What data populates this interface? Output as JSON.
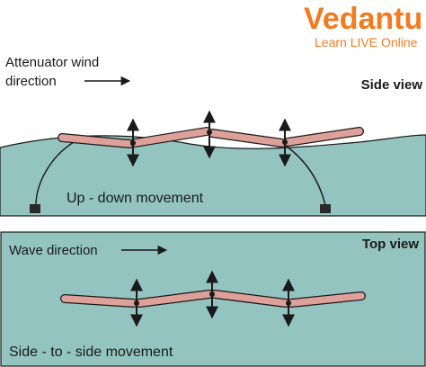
{
  "logo": {
    "brand": "Vedantu",
    "tagline": "Learn LIVE Online"
  },
  "side_panel": {
    "wind_label_line1": "Attenuator wind",
    "wind_label_line2": "direction",
    "view_title": "Side view",
    "movement_label": "Up - down movement"
  },
  "top_panel": {
    "wave_label": "Wave direction",
    "view_title": "Top view",
    "movement_label": "Side - to - side movement"
  },
  "colors": {
    "sea": "#93c4c0",
    "segment_fill": "#dea199",
    "brand_orange": "#f47a20",
    "outline": "#1a1a1a"
  },
  "icons": {
    "arrow": "right-arrow-icon",
    "double_arrow": "up-down-arrow-icon",
    "anchor": "anchor-block-icon"
  }
}
